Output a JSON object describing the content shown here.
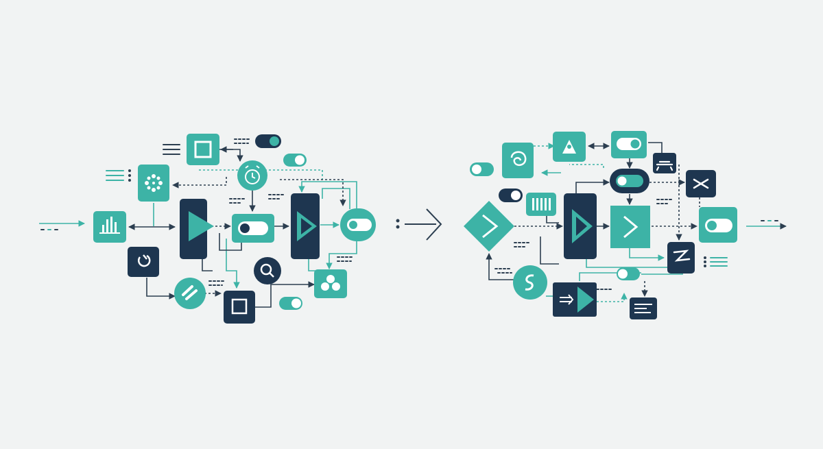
{
  "colors": {
    "background": "#f1f3f3",
    "teal": "#3db3a6",
    "navy": "#1e3650",
    "line_dark": "#2c3e50",
    "line_teal": "#3db3a6",
    "white": "#ffffff"
  },
  "text": {},
  "diagrams": [
    {
      "name": "left-workflow-cluster",
      "nodes": [
        {
          "name": "chart-bars-icon",
          "shape": "rounded-square",
          "fill": "teal"
        },
        {
          "name": "sparkle-icon",
          "shape": "rounded-square",
          "fill": "teal"
        },
        {
          "name": "stop-square-icon",
          "shape": "rounded-square",
          "fill": "teal"
        },
        {
          "name": "timer-icon",
          "shape": "circle",
          "fill": "teal"
        },
        {
          "name": "play-node-1",
          "shape": "tall-rect",
          "fill": "navy"
        },
        {
          "name": "toggle-node",
          "shape": "rounded-square",
          "fill": "teal"
        },
        {
          "name": "play-node-2",
          "shape": "tall-rect",
          "fill": "navy"
        },
        {
          "name": "output-toggle-node",
          "shape": "pill",
          "fill": "teal"
        },
        {
          "name": "power-icon",
          "shape": "rounded-square",
          "fill": "navy"
        },
        {
          "name": "swap-icon",
          "shape": "circle",
          "fill": "teal"
        },
        {
          "name": "search-icon",
          "shape": "circle",
          "fill": "navy"
        },
        {
          "name": "frame-square-icon",
          "shape": "rounded-square",
          "fill": "navy"
        },
        {
          "name": "cluster-icon",
          "shape": "rounded-square",
          "fill": "teal"
        }
      ]
    },
    {
      "name": "right-workflow-cluster",
      "nodes": [
        {
          "name": "swirl-icon",
          "shape": "rounded-square",
          "fill": "teal"
        },
        {
          "name": "bot-icon",
          "shape": "rounded-square",
          "fill": "teal"
        },
        {
          "name": "toggle-node",
          "shape": "rounded-square",
          "fill": "teal"
        },
        {
          "name": "drone-icon",
          "shape": "rounded-square",
          "fill": "navy"
        },
        {
          "name": "toggle-node-dark",
          "shape": "pill",
          "fill": "navy"
        },
        {
          "name": "shuffle-icon",
          "shape": "rounded-square",
          "fill": "navy"
        },
        {
          "name": "decision-diamond",
          "shape": "diamond",
          "fill": "teal"
        },
        {
          "name": "barcode-icon",
          "shape": "rounded-square",
          "fill": "teal"
        },
        {
          "name": "play-node",
          "shape": "tall-rect",
          "fill": "navy"
        },
        {
          "name": "chevron-node",
          "shape": "square",
          "fill": "teal"
        },
        {
          "name": "output-toggle-node",
          "shape": "rounded-square",
          "fill": "teal"
        },
        {
          "name": "lightning-icon",
          "shape": "rounded-square",
          "fill": "navy"
        },
        {
          "name": "sync-icon",
          "shape": "circle",
          "fill": "teal"
        },
        {
          "name": "forward-play-node",
          "shape": "rect",
          "fill": "navy"
        },
        {
          "name": "text-lines-icon",
          "shape": "rounded-square",
          "fill": "navy"
        }
      ]
    }
  ]
}
